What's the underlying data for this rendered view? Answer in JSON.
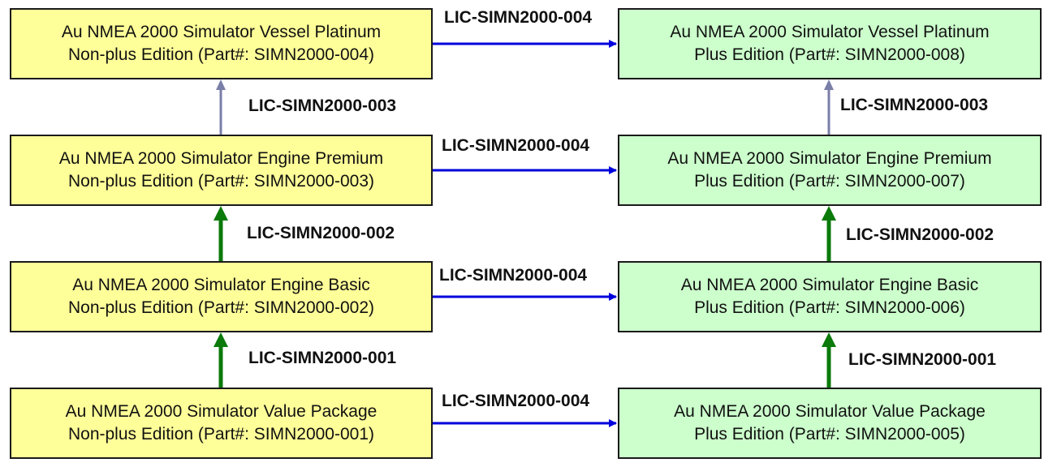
{
  "colors": {
    "nonplus_fill": "#ffff99",
    "plus_fill": "#ccffcc",
    "blue_arrow": "#0000dd",
    "green_arrow": "#0a7a0a",
    "gray_arrow": "#7a7fa8"
  },
  "boxes": {
    "np_vessel": {
      "line1": "Au NMEA 2000 Simulator Vessel Platinum",
      "line2": "Non-plus Edition (Part#: SIMN2000-004)"
    },
    "p_vessel": {
      "line1": "Au NMEA 2000 Simulator Vessel Platinum",
      "line2": "Plus Edition (Part#: SIMN2000-008)"
    },
    "np_premium": {
      "line1": "Au NMEA 2000 Simulator Engine Premium",
      "line2": "Non-plus Edition (Part#: SIMN2000-003)"
    },
    "p_premium": {
      "line1": "Au NMEA 2000 Simulator Engine Premium",
      "line2": "Plus Edition (Part#: SIMN2000-007)"
    },
    "np_basic": {
      "line1": "Au NMEA 2000 Simulator Engine Basic",
      "line2": "Non-plus Edition (Part#: SIMN2000-002)"
    },
    "p_basic": {
      "line1": "Au NMEA 2000 Simulator Engine Basic",
      "line2": "Plus Edition (Part#: SIMN2000-006)"
    },
    "np_value": {
      "line1": "Au NMEA 2000 Simulator Value Package",
      "line2": "Non-plus Edition (Part#: SIMN2000-001)"
    },
    "p_value": {
      "line1": "Au NMEA 2000 Simulator Value Package",
      "line2": "Plus Edition (Part#: SIMN2000-005)"
    }
  },
  "labels": {
    "h_vessel": "LIC-SIMN2000-004",
    "h_premium": "LIC-SIMN2000-004",
    "h_basic": "LIC-SIMN2000-004",
    "h_value": "LIC-SIMN2000-004",
    "v_left_top": "LIC-SIMN2000-003",
    "v_right_top": "LIC-SIMN2000-003",
    "v_left_mid": "LIC-SIMN2000-002",
    "v_right_mid": "LIC-SIMN2000-002",
    "v_left_bot": "LIC-SIMN2000-001",
    "v_right_bot": "LIC-SIMN2000-001"
  }
}
